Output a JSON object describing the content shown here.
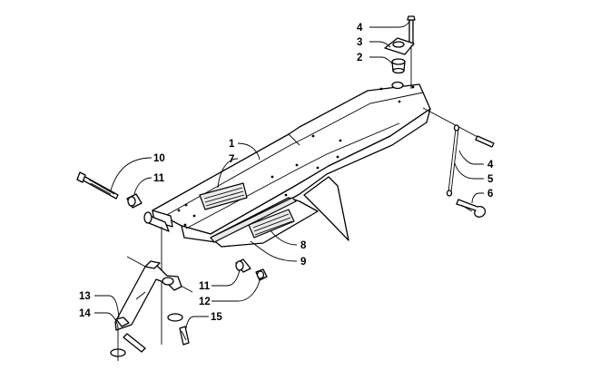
{
  "callouts": [
    "1",
    "2",
    "3",
    "4",
    "4",
    "5",
    "6",
    "7",
    "8",
    "9",
    "10",
    "11",
    "11",
    "12",
    "13",
    "14",
    "15"
  ],
  "colors": {
    "ink": "#000000",
    "paper": "#ffffff",
    "decal": "#d8d8d8"
  }
}
